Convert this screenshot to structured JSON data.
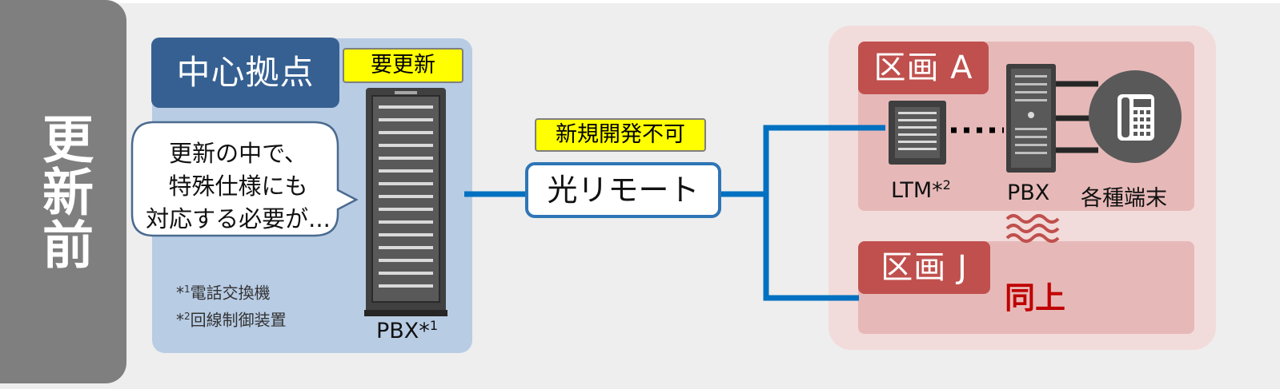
{
  "side_tab": {
    "label": "更新前"
  },
  "hq": {
    "label": "中心拠点",
    "badge": "要更新",
    "bubble_lines": [
      "更新の中で、",
      "特殊仕様にも",
      "対応する必要が..."
    ],
    "footnote1": {
      "mark": "1",
      "text": "電話交換機"
    },
    "footnote2": {
      "mark": "2",
      "text": "回線制御装置"
    },
    "pbx_label": "PBX*",
    "pbx_mark": "1"
  },
  "link": {
    "badge": "新規開発不可",
    "optical_label": "光リモート"
  },
  "zone_a": {
    "label": "区画 A",
    "ltm_label": "LTM*",
    "ltm_mark": "2",
    "pbx_label": "PBX",
    "terminals_label": "各種端末"
  },
  "zone_j": {
    "label": "区画 J",
    "same_text": "同上"
  },
  "colors": {
    "line_blue": "#0070c0",
    "hq_bg": "#b8cce4",
    "hq_label_bg": "#366092",
    "zone_label_bg": "#c0504d",
    "zone_bg": "#e6b9b8",
    "region_bg": "#f2dcdb",
    "badge_yellow": "#ffff00",
    "alert_red": "#c00000"
  }
}
